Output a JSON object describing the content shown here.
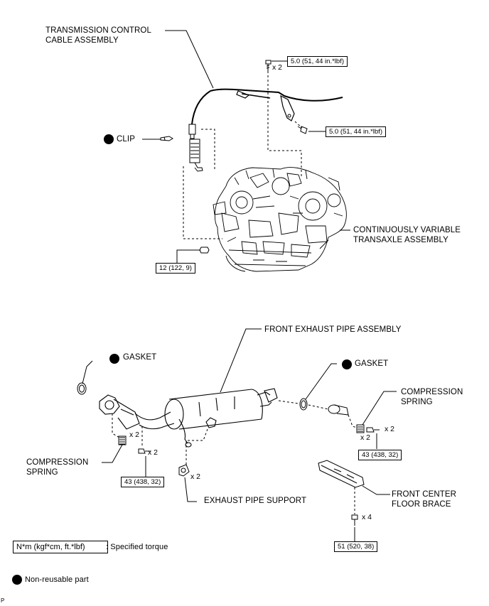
{
  "labels": {
    "transmission_cable_line1": "TRANSMISSION CONTROL",
    "transmission_cable_line2": "CABLE ASSEMBLY",
    "clip": "CLIP",
    "cvt_line1": "CONTINUOUSLY VARIABLE",
    "cvt_line2": "TRANSAXLE ASSEMBLY",
    "front_exhaust_pipe": "FRONT EXHAUST PIPE ASSEMBLY",
    "gasket_left": "GASKET",
    "gasket_right": "GASKET",
    "compression_spring_left_line1": "COMPRESSION",
    "compression_spring_left_line2": "SPRING",
    "compression_spring_right_line1": "COMPRESSION",
    "compression_spring_right_line2": "SPRING",
    "exhaust_pipe_support": "EXHAUST PIPE SUPPORT",
    "front_center_floor_brace_line1": "FRONT CENTER",
    "front_center_floor_brace_line2": "FLOOR BRACE"
  },
  "torques": {
    "cable_bolt_top": "5.0 (51, 44 in.*lbf)",
    "cable_bolt_right": "5.0 (51, 44 in.*lbf)",
    "nut_12": "12 (122, 9)",
    "spring_left": "43 (438, 32)",
    "spring_right": "43 (438, 32)",
    "brace_bolt": "51 (520, 38)"
  },
  "quantities": {
    "cable_bolt_top": "x 2",
    "spring_left_a": "x 2",
    "spring_left_b": "x 2",
    "support": "x 2",
    "spring_right_a": "x 2",
    "spring_right_b": "x 2",
    "brace_bolt": "x 4"
  },
  "legend": {
    "torque_unit": "N*m (kgf*cm, ft.*lbf)",
    "torque_desc": ": Specified torque",
    "non_reusable": "Non-reusable part"
  },
  "corner_mark": "P",
  "colors": {
    "ink": "#000000",
    "paper": "#ffffff"
  },
  "icons": [
    "non-reusable-dot-icon"
  ]
}
